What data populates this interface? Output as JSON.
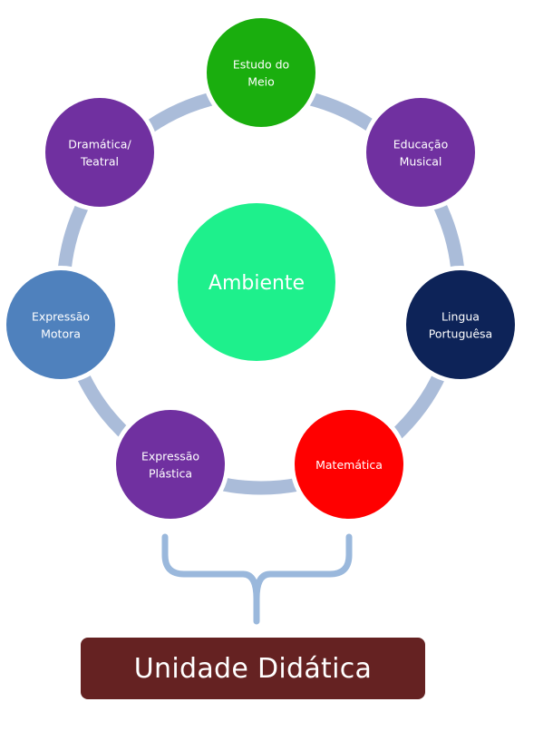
{
  "diagram": {
    "ring_color": "#aabcd9",
    "center": {
      "label": "Ambiente",
      "color": "#1ef08c"
    },
    "nodes": [
      {
        "id": "estudo-do-meio",
        "lines": [
          "Estudo do",
          "Meio"
        ],
        "color": "#1aae0e"
      },
      {
        "id": "educacao-musical",
        "lines": [
          "Educação",
          "Musical"
        ],
        "color": "#7030a0"
      },
      {
        "id": "lingua-portuguesa",
        "lines": [
          "Lingua",
          "Portuguêsa"
        ],
        "color": "#0d2358"
      },
      {
        "id": "matematica",
        "lines": [
          "Matemática"
        ],
        "color": "#ff0000"
      },
      {
        "id": "expressao-plastica",
        "lines": [
          "Expressão",
          "Plástica"
        ],
        "color": "#7030a0"
      },
      {
        "id": "expressao-motora",
        "lines": [
          "Expressão",
          "Motora"
        ],
        "color": "#4f81bd"
      },
      {
        "id": "dramatica-teatral",
        "lines": [
          "Dramática/",
          "Teatral"
        ],
        "color": "#7030a0"
      }
    ],
    "brace_color": "#9ab8dc",
    "footer": {
      "label": "Unidade Didática",
      "color": "#652222"
    }
  }
}
